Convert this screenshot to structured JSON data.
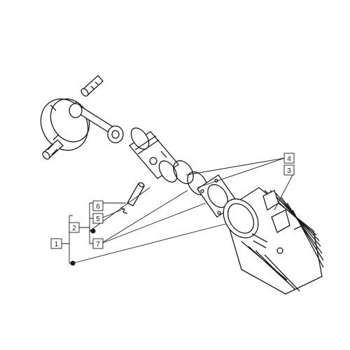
{
  "diagram": {
    "type": "exploded-parts-diagram",
    "line_color": "#1a1a1a",
    "background": "#ffffff",
    "callouts": [
      {
        "label": "1"
      },
      {
        "label": "2"
      },
      {
        "label": "3"
      },
      {
        "label": "4"
      },
      {
        "label": "5"
      },
      {
        "label": "6"
      },
      {
        "label": "7"
      }
    ],
    "parts": [
      {
        "icon": "crankshaft-icon"
      },
      {
        "icon": "piston-icon"
      },
      {
        "icon": "piston-pin-icon"
      },
      {
        "icon": "piston-ring-icon"
      },
      {
        "icon": "cylinder-gasket-icon"
      },
      {
        "icon": "cylinder-icon"
      }
    ]
  }
}
